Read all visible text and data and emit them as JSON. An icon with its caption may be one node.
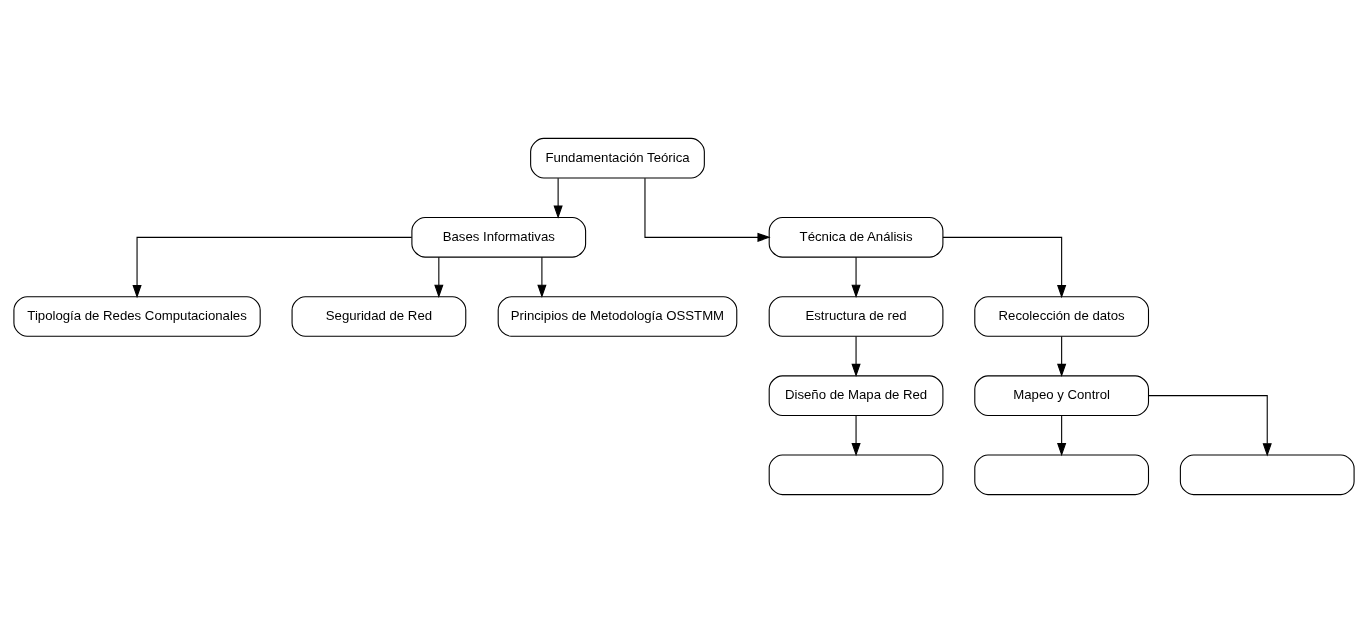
{
  "diagram": {
    "nodes": [
      {
        "text": [
          "Fundamentación Teórica"
        ]
      },
      {
        "text": [
          "Bases Informativas"
        ]
      },
      {
        "text": [
          "Técnica de Análisis"
        ]
      },
      {
        "text": [
          "Tipología de Redes Computacionales"
        ]
      },
      {
        "text": [
          "Seguridad de Red"
        ]
      },
      {
        "text": [
          "Principios de Metodología OSSTMM"
        ]
      },
      {
        "text": [
          "Estructura de red"
        ]
      },
      {
        "text": [
          "Diseño de Mapa de Red"
        ]
      },
      {
        "text": [],
        "shape": "box"
      },
      {
        "text": [
          "Recolección de datos"
        ]
      },
      {
        "text": [
          "Mapeo y Control"
        ]
      },
      {
        "text": [],
        "shape": "box"
      },
      {
        "text": [],
        "shape": "box"
      }
    ],
    "edges": [
      {
        "from": 0,
        "to": 1,
        "arrow": "to"
      },
      {
        "from": 0,
        "to": 2,
        "arrow": "to"
      },
      {
        "from": 1,
        "to": 3,
        "arrow": "to"
      },
      {
        "from": 1,
        "to": 4,
        "arrow": "to"
      },
      {
        "from": 1,
        "to": 5,
        "arrow": "to"
      },
      {
        "from": 2,
        "to": 6,
        "arrow": "to"
      },
      {
        "from": 2,
        "to": 9,
        "arrow": "to"
      },
      {
        "from": 6,
        "to": 7,
        "arrow": "to"
      },
      {
        "from": 7,
        "to": 8,
        "arrow": "to"
      },
      {
        "from": 9,
        "to": 10,
        "arrow": "to"
      },
      {
        "from": 10,
        "to": 11,
        "arrow": "to"
      },
      {
        "from": 10,
        "to": 12,
        "arrow": "to"
      }
    ]
  }
}
